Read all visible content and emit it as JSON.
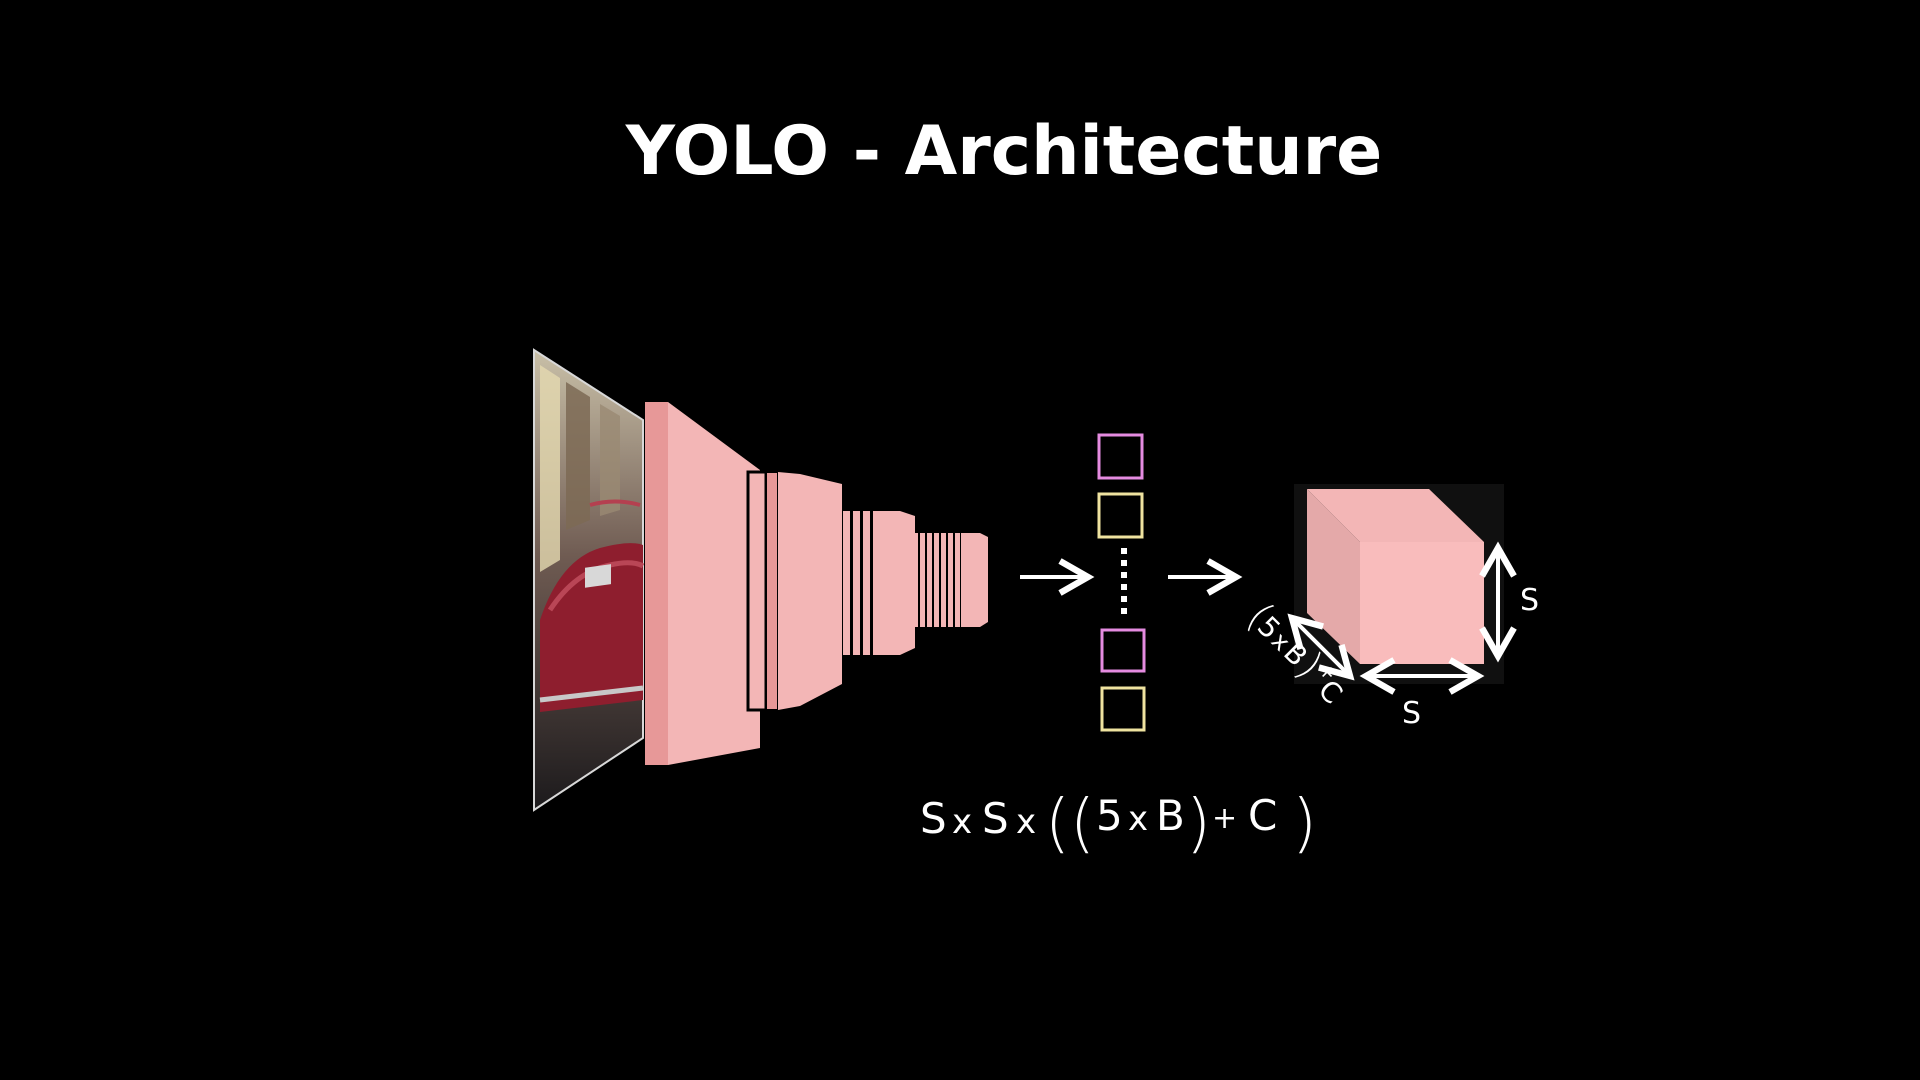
{
  "title": "YOLO - Architecture",
  "formula": {
    "s1": "S",
    "x1": "x",
    "s2": "S",
    "x2": "x",
    "five": "5",
    "x3": "x",
    "b": "B",
    "plus": "+",
    "c": "C"
  },
  "cube_labels": {
    "height": "S",
    "width": "S",
    "depth_five": "5",
    "depth_x": "x",
    "depth_b": "B",
    "depth_plus": "+",
    "depth_c": "C"
  },
  "colors": {
    "background": "#000000",
    "layer_face": "#f3b6b6",
    "layer_side": "#e79898",
    "cube_front": "#f9bcbc",
    "vector_cell_pink": "#e58be0",
    "vector_cell_yellow": "#efe3a0"
  },
  "icons": [
    "right-arrow-icon",
    "double-arrow-icon"
  ]
}
